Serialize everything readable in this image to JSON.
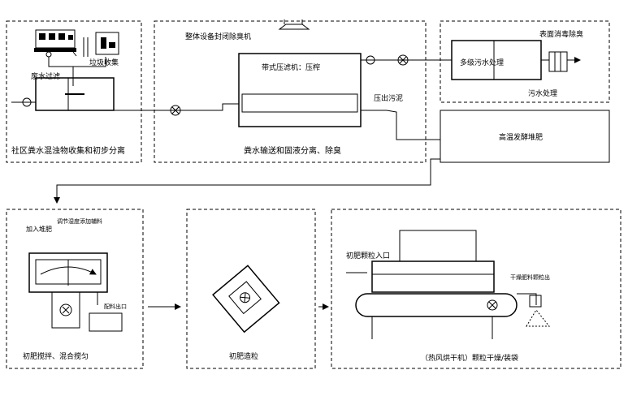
{
  "stage1": {
    "wastewater_filter": "废水过滤",
    "garbage_collection": "垃圾收集",
    "caption": "社区粪水混浊物收集和初步分离"
  },
  "stage2": {
    "top_note": "整体设备封闭除臭机",
    "press_title": "带式压滤机：压榨",
    "press_label": "压出污泥",
    "caption": "粪水输送和固液分离、除臭"
  },
  "stage3": {
    "sewage_treatment": "多级污水处理",
    "deodorizer": "表面消毒除臭",
    "caption": "污水处理"
  },
  "stage4": {
    "label": "高温发酵堆肥"
  },
  "stage5": {
    "add_material": "加入堆肥",
    "feed_note": "调节湿度添加辅料",
    "outlet": "配料出口",
    "caption": "初肥搅拌、混合搅匀"
  },
  "stage6": {
    "caption": "初肥造粒"
  },
  "stage7": {
    "inlet": "初肥颗粒入口",
    "outlet": "干燥肥料颗粒出",
    "caption": "（热风烘干机）颗粒干燥/装袋"
  }
}
